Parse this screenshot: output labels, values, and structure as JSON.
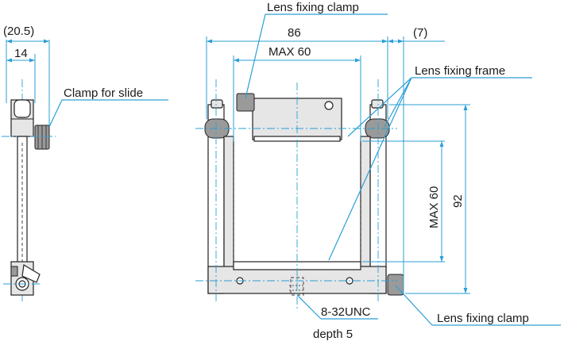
{
  "labels": {
    "lens_fixing_clamp_top": "Lens fixing clamp",
    "lens_fixing_frame": "Lens fixing frame",
    "clamp_for_slide": "Clamp for slide",
    "thread": "8-32UNC",
    "depth": "depth 5",
    "lens_fixing_clamp_bottom": "Lens fixing clamp"
  },
  "dimensions": {
    "side_depth": "(20.5)",
    "side_offset": "14",
    "width": "86",
    "clamp_ext": "(7)",
    "max_width": "MAX 60",
    "max_height": "MAX 60",
    "height": "92"
  }
}
